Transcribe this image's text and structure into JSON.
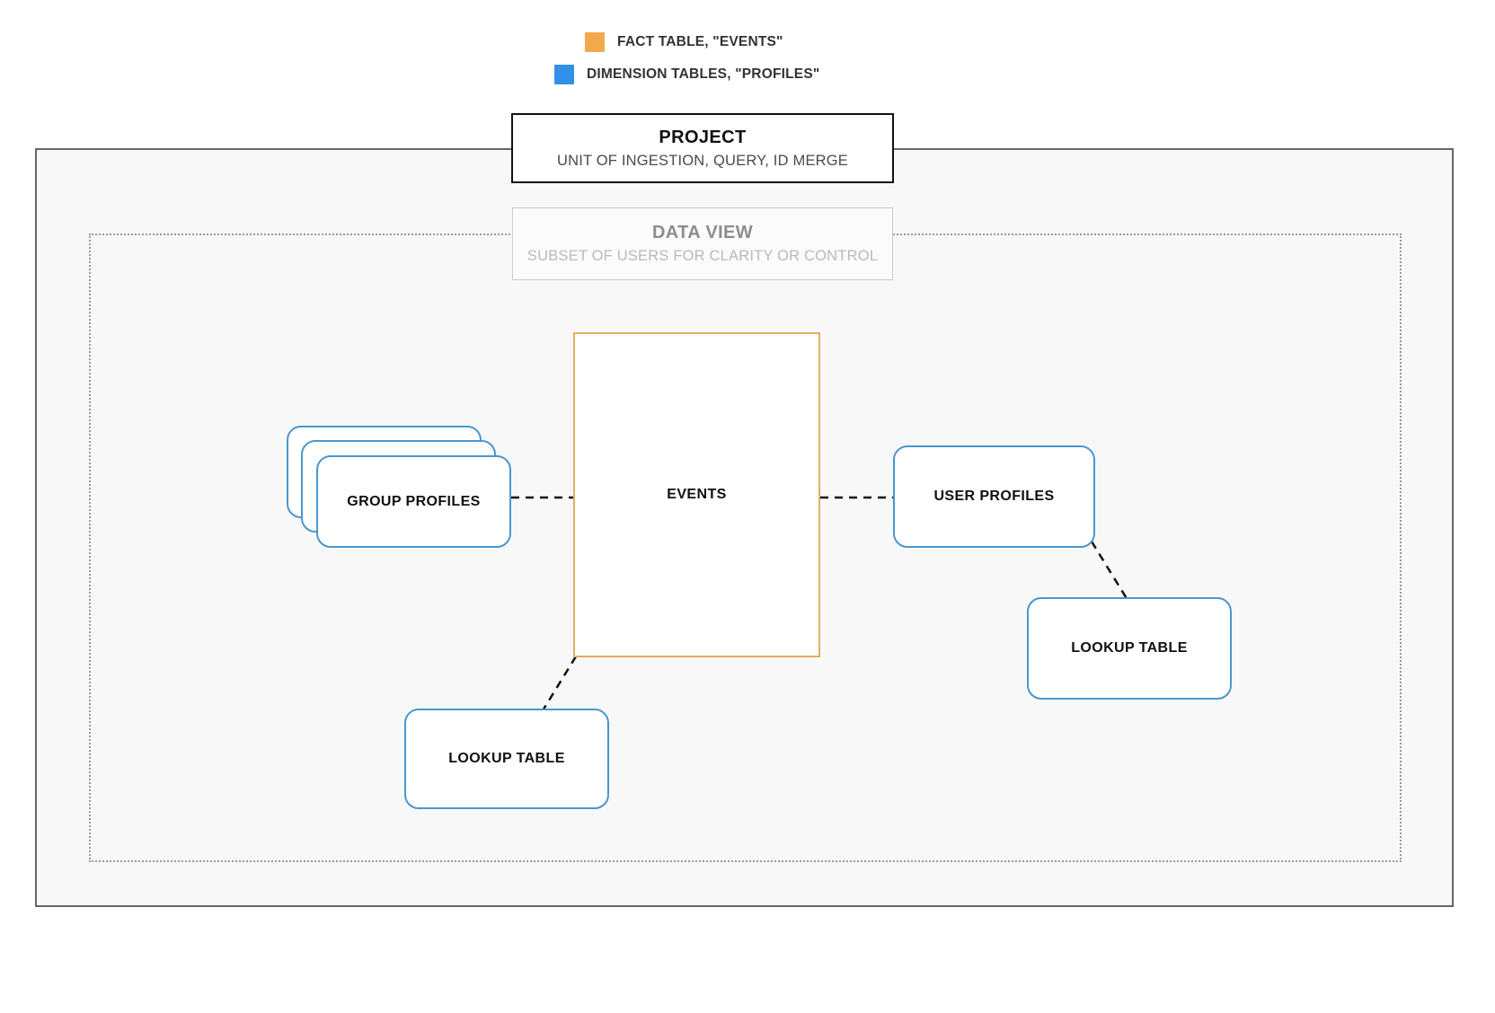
{
  "legend": {
    "items": [
      {
        "key": "fact",
        "label": "FACT TABLE, \"EVENTS\"",
        "color": "#f2a94e",
        "icon": "orange-square-swatch"
      },
      {
        "key": "dimension",
        "label": "DIMENSION TABLES, \"PROFILES\"",
        "color": "#3191e8",
        "icon": "blue-square-swatch"
      }
    ]
  },
  "project": {
    "title": "PROJECT",
    "subtitle": "UNIT OF INGESTION, QUERY, ID MERGE",
    "border_color": "#111111",
    "fill_color": "#f8f8f8"
  },
  "data_view": {
    "title": "DATA VIEW",
    "subtitle": "SUBSET OF USERS FOR CLARITY OR CONTROL",
    "border_color": "#cccccc",
    "container_border_color": "#9a9a9a"
  },
  "nodes": {
    "events": {
      "label": "EVENTS",
      "type": "fact",
      "color": "#e8ab63"
    },
    "group_profiles": {
      "label": "GROUP PROFILES",
      "type": "dimension",
      "color": "#4a97ce",
      "stacked": 3
    },
    "user_profiles": {
      "label": "USER PROFILES",
      "type": "dimension",
      "color": "#4a97ce"
    },
    "lookup_right": {
      "label": "LOOKUP TABLE",
      "type": "dimension",
      "color": "#4a97ce"
    },
    "lookup_left": {
      "label": "LOOKUP TABLE",
      "type": "dimension",
      "color": "#4a97ce"
    }
  },
  "connectors": [
    {
      "from": "group_profiles",
      "to": "events",
      "style": "dashed"
    },
    {
      "from": "events",
      "to": "user_profiles",
      "style": "dashed"
    },
    {
      "from": "user_profiles",
      "to": "lookup_right",
      "style": "dashed"
    },
    {
      "from": "events",
      "to": "lookup_left",
      "style": "dashed"
    }
  ]
}
